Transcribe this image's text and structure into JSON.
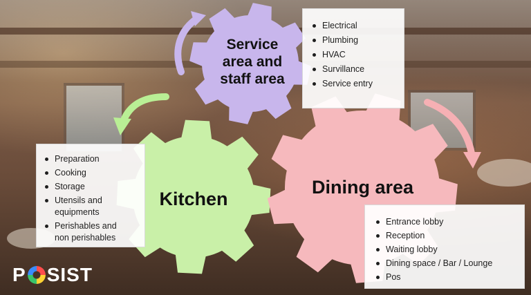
{
  "brand": {
    "logo_prefix": "P",
    "logo_suffix": "SIST"
  },
  "gears": {
    "service": {
      "title": "Service area and staff area",
      "color": "#c8b6ec"
    },
    "kitchen": {
      "title": "Kitchen",
      "color": "#c9f0a8"
    },
    "dining": {
      "title": "Dining area",
      "color": "#f6b9bd"
    }
  },
  "service_list": [
    "Electrical",
    "Plumbing",
    "HVAC",
    "Survillance",
    "Service entry"
  ],
  "kitchen_list": [
    "Preparation",
    "Cooking",
    "Storage",
    "Utensils and equipments",
    "Perishables and non perishables"
  ],
  "dining_list": [
    "Entrance lobby",
    "Reception",
    "Waiting lobby",
    "Dining space / Bar / Lounge",
    "Pos"
  ],
  "arrows": {
    "service_arrow_color": "#c8b6ec",
    "kitchen_arrow_color": "#b9ef95",
    "dining_arrow_color": "#f6b0b4"
  }
}
